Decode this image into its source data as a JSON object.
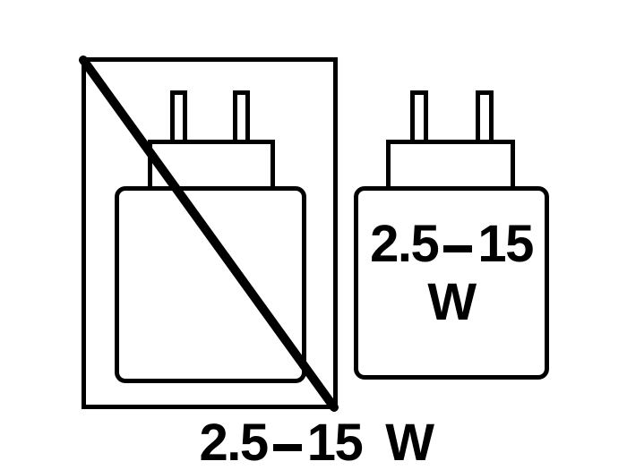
{
  "wattage": {
    "from": "2.5",
    "to": "15",
    "unit": "W"
  },
  "left_figure": {
    "crossed_out": true
  },
  "right_figure": {
    "crossed_out": false
  },
  "colors": {
    "line": "#000000",
    "background": "#ffffff"
  }
}
